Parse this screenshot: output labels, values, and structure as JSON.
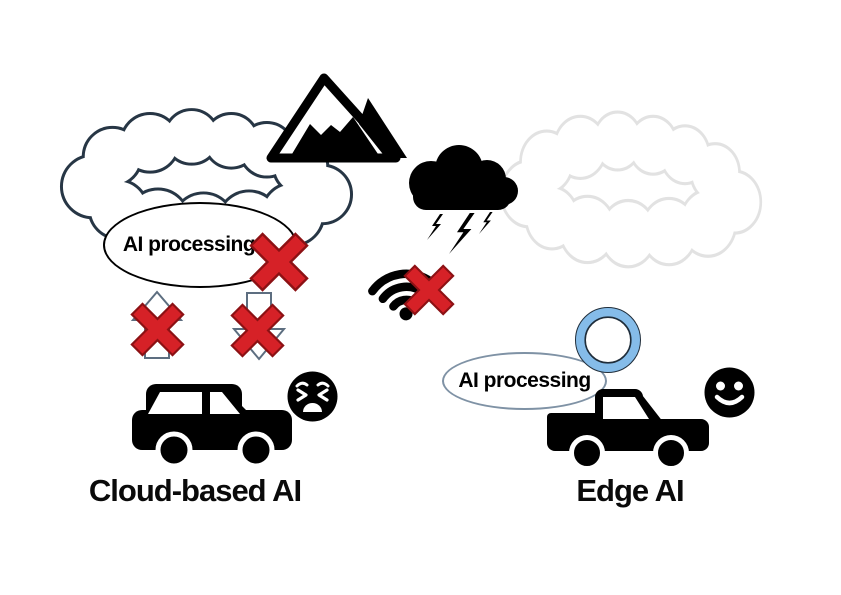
{
  "diagram": {
    "left": {
      "caption": "Cloud-based AI",
      "bubble_label": "AI processing"
    },
    "right": {
      "caption": "Edge AI",
      "bubble_label": "AI processing"
    }
  },
  "icons": {
    "left": [
      "cloud-outline-icon",
      "mountain-icon",
      "ai-processing-bubble",
      "blocked-x-icon",
      "upload-arrow-icon",
      "download-arrow-icon",
      "car-icon",
      "distressed-face-icon"
    ],
    "middle": [
      "storm-cloud-icon",
      "lightning-bolts-icon",
      "wifi-icon",
      "wifi-blocked-x-icon"
    ],
    "right": [
      "faded-cloud-outline-icon",
      "ok-ring-icon",
      "ai-processing-bubble",
      "car-icon",
      "smiley-face-icon"
    ]
  },
  "colors": {
    "cloud_outline_dark": "#273645",
    "cloud_outline_light": "#e2e2e2",
    "icon_black": "#000000",
    "x_red": "#d62127",
    "x_red_outline": "#8c1114",
    "ring_blue": "#85bce9",
    "ring_edge": "#1f2d3a",
    "arrow_outline": "#5d6e80",
    "bubble_left_outline": "#000000",
    "bubble_right_outline": "#7f92a5",
    "caption_color": "#0a0a0a"
  }
}
